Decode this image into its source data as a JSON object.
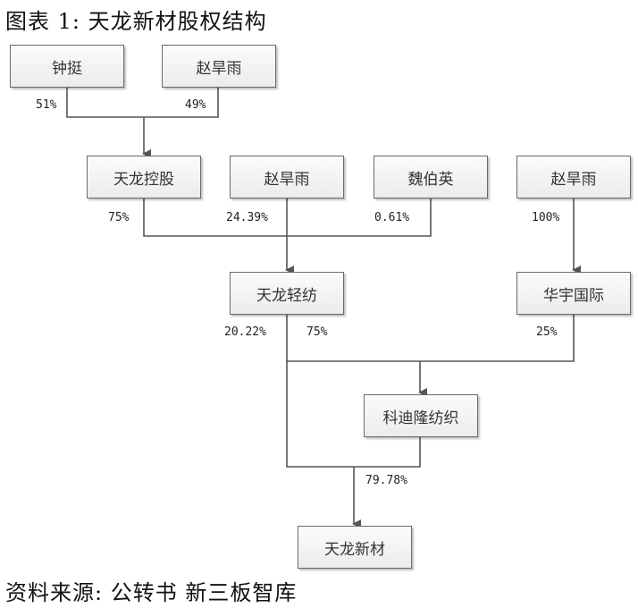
{
  "title": "图表 1:  天龙新材股权结构",
  "source": "资料来源:  公转书  新三板智库",
  "colors": {
    "line": "#555555",
    "box_border": "#6a6a6a",
    "box_fill": "#f4f4f4"
  },
  "nodes": {
    "zhong_ting": "钟挺",
    "zhao_hanyu_top": "赵旱雨",
    "tianlong_holding": "天龙控股",
    "zhao_hanyu_mid": "赵旱雨",
    "wei_boying": "魏伯英",
    "zhao_hanyu_right": "赵旱雨",
    "tianlong_textile": "天龙轻纺",
    "huayu_intl": "华宇国际",
    "kedilong": "科迪隆纺织",
    "tianlong_new_material": "天龙新材"
  },
  "percentages": {
    "zhong_ting_to_holding": "51%",
    "zhao_to_holding": "49%",
    "holding_to_textile": "75%",
    "zhao_to_textile": "24.39%",
    "wei_to_textile": "0.61%",
    "zhao_to_huayu": "100%",
    "textile_to_newmat": "20.22%",
    "textile_to_kedilong": "75%",
    "huayu_to_kedilong": "25%",
    "kedilong_to_newmat": "79.78%"
  }
}
